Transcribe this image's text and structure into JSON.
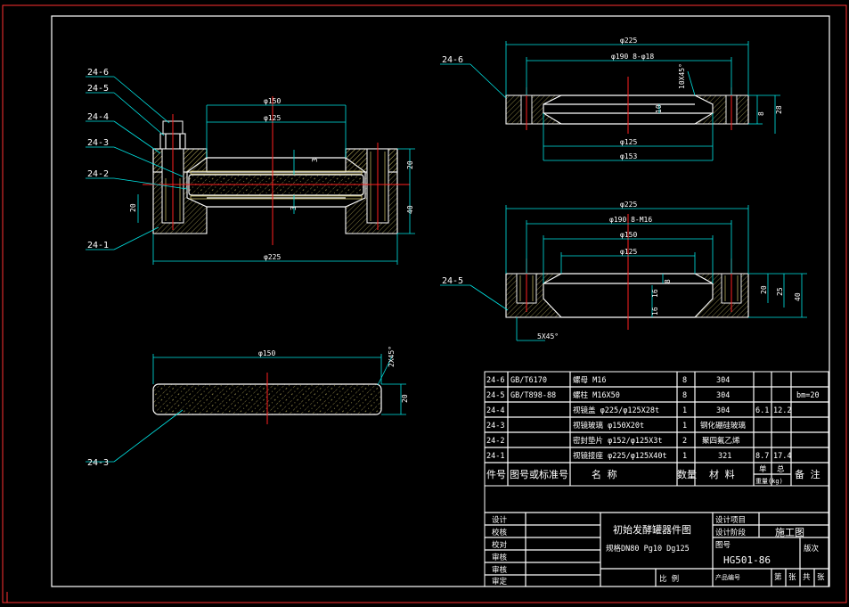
{
  "parts": {
    "left_assembly": [
      "24-6",
      "24-5",
      "24-4",
      "24-3",
      "24-2",
      "24-1"
    ],
    "p24_3": "24-3",
    "p24_6": "24-6",
    "p24_5": "24-5"
  },
  "dims": {
    "asm_d150": "φ150",
    "asm_d125": "φ125",
    "asm_d225": "φ225",
    "asm_h20": "20",
    "asm_h40": "40",
    "asm_h20b": "20",
    "asm_t3a": "3",
    "asm_t3b": "3",
    "p6_d225": "φ225",
    "p6_d190": "φ190 8-φ18",
    "p6_d125": "φ125",
    "p6_d153": "φ153",
    "p6_10x45": "10X45°",
    "p6_10": "10",
    "p6_8": "8",
    "p6_28": "28",
    "p5_d225": "φ225",
    "p5_d190": "φ190 8-M16",
    "p5_d150": "φ150",
    "p5_d125": "φ125",
    "p5_8": "8",
    "p5_16a": "16",
    "p5_16b": "16",
    "p5_20": "20",
    "p5_25": "25",
    "p5_40": "40",
    "p5_chamfer": "5X45°",
    "p3_d150": "φ150",
    "p3_2x45": "2X45°",
    "p3_20": "20"
  },
  "bom": {
    "rows": [
      {
        "no": "24-6",
        "std": "GB/T6170",
        "name": "螺母 M16",
        "qty": "8",
        "mat": "304",
        "w1": "",
        "w2": "",
        "note": ""
      },
      {
        "no": "24-5",
        "std": "GB/T898-88",
        "name": "螺柱 M16X50",
        "qty": "8",
        "mat": "304",
        "w1": "",
        "w2": "",
        "note": "bm=20"
      },
      {
        "no": "24-4",
        "std": "",
        "name": "视镜盖 φ225/φ125X28t",
        "qty": "1",
        "mat": "304",
        "w1": "6.1",
        "w2": "12.2",
        "note": ""
      },
      {
        "no": "24-3",
        "std": "",
        "name": "视镜玻璃 φ150X20t",
        "qty": "1",
        "mat": "钢化硼硅玻璃",
        "w1": "",
        "w2": "",
        "note": ""
      },
      {
        "no": "24-2",
        "std": "",
        "name": "密封垫片 φ152/φ125X3t",
        "qty": "2",
        "mat": "聚四氟乙烯",
        "w1": "",
        "w2": "",
        "note": ""
      },
      {
        "no": "24-1",
        "std": "",
        "name": "视镜接座 φ225/φ125X40t",
        "qty": "1",
        "mat": "321",
        "w1": "8.7",
        "w2": "17.4",
        "note": ""
      }
    ],
    "header": {
      "no": "件号",
      "std": "图号或标准号",
      "name": "名      称",
      "qty": "数量",
      "mat": "材  料",
      "unit": "单",
      "total": "总",
      "weight": "重量(kg)",
      "note": "备 注"
    }
  },
  "title_block": {
    "sign_rows": [
      "设计",
      "校核",
      "校对",
      "审核",
      "审核",
      "审定"
    ],
    "title": "初始发酵罐器件图",
    "spec": "规格DN80  Pg10 Dg125",
    "design_project": "设计项目",
    "design_stage": "设计阶段",
    "stage_value": "施工图",
    "drawing_no_label": "图号",
    "drawing_no": "HG501-86",
    "version": "版次",
    "scale": "比 例",
    "product_no": "产品编号",
    "sheet1": "第",
    "sheet2": "张",
    "sheet3": "共",
    "sheet4": "张"
  }
}
